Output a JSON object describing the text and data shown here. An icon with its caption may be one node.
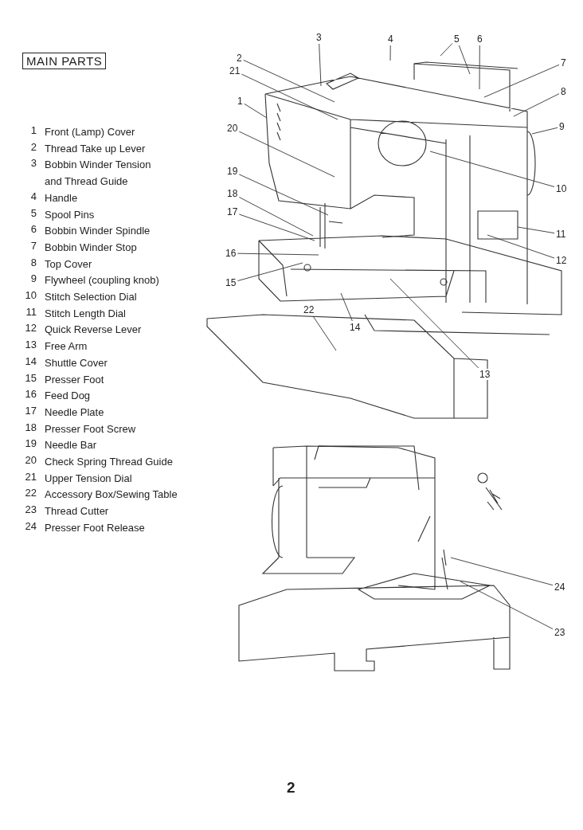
{
  "diagram": {
    "title": "MAIN PARTS",
    "nodes": [
      {
        "text": [
          "3"
        ]
      },
      {
        "text": [
          "4"
        ]
      },
      {
        "text": [
          "5"
        ]
      },
      {
        "text": [
          "6"
        ]
      },
      {
        "text": [
          "2"
        ]
      },
      {
        "text": [
          "21"
        ]
      },
      {
        "text": [
          "7"
        ]
      },
      {
        "text": [
          "8"
        ]
      },
      {
        "text": [
          "1"
        ]
      },
      {
        "text": [
          "20"
        ]
      },
      {
        "text": [
          "9"
        ]
      },
      {
        "text": [
          "10"
        ]
      },
      {
        "text": [
          "19"
        ]
      },
      {
        "text": [
          "18"
        ]
      },
      {
        "text": [
          "17"
        ]
      },
      {
        "text": [
          "11"
        ]
      },
      {
        "text": [
          "16"
        ]
      },
      {
        "text": [
          "12"
        ]
      },
      {
        "text": [
          "15"
        ]
      },
      {
        "text": [
          "22"
        ]
      },
      {
        "text": [
          "14"
        ]
      },
      {
        "text": [
          "13"
        ]
      },
      {
        "text": [
          "24"
        ]
      },
      {
        "text": [
          "23"
        ]
      }
    ],
    "edges": [
      {
        "from": 0,
        "to": null,
        "arrow": "none"
      },
      {
        "from": 1,
        "to": null,
        "arrow": "none"
      },
      {
        "from": 2,
        "to": null,
        "arrow": "none"
      },
      {
        "from": 2,
        "to": null,
        "arrow": "none"
      },
      {
        "from": 3,
        "to": null,
        "arrow": "none"
      },
      {
        "from": 4,
        "to": null,
        "arrow": "none"
      },
      {
        "from": 5,
        "to": null,
        "arrow": "none"
      },
      {
        "from": 6,
        "to": null,
        "arrow": "none"
      },
      {
        "from": 7,
        "to": null,
        "arrow": "none"
      },
      {
        "from": 8,
        "to": null,
        "arrow": "none"
      },
      {
        "from": 9,
        "to": null,
        "arrow": "none"
      },
      {
        "from": 10,
        "to": null,
        "arrow": "none"
      },
      {
        "from": 11,
        "to": null,
        "arrow": "none"
      },
      {
        "from": 12,
        "to": null,
        "arrow": "none"
      },
      {
        "from": 13,
        "to": null,
        "arrow": "none"
      },
      {
        "from": 14,
        "to": null,
        "arrow": "none"
      },
      {
        "from": 15,
        "to": null,
        "arrow": "none"
      },
      {
        "from": 16,
        "to": null,
        "arrow": "none"
      },
      {
        "from": 17,
        "to": null,
        "arrow": "none"
      },
      {
        "from": 18,
        "to": null,
        "arrow": "none"
      },
      {
        "from": 19,
        "to": null,
        "arrow": "none"
      },
      {
        "from": 20,
        "to": null,
        "arrow": "none"
      },
      {
        "from": 21,
        "to": null,
        "arrow": "none"
      },
      {
        "from": 22,
        "to": null,
        "arrow": "none"
      },
      {
        "from": 23,
        "to": null,
        "arrow": "none"
      }
    ],
    "labels": [
      "1",
      "Front (Lamp) Cover",
      "2",
      "Thread Take up Lever",
      "3",
      "Bobbin Winder Tension and Thread Guide",
      "4",
      "Handle",
      "5",
      "Spool Pins",
      "6",
      "Bobbin Winder Spindle",
      "7",
      "Bobbin Winder Stop",
      "8",
      "Top Cover",
      "9",
      "Flywheel (coupling knob)",
      "10",
      "Stitch Selection Dial",
      "11",
      "Stitch Length Dial",
      "12",
      "Quick Reverse Lever",
      "13",
      "Free Arm",
      "14",
      "Shuttle Cover",
      "15",
      "Presser Foot",
      "16",
      "Feed Dog",
      "17",
      "Needle Plate",
      "18",
      "Presser Foot Screw",
      "19",
      "Needle Bar",
      "20",
      "Check Spring Thread Guide",
      "21",
      "Upper Tension Dial",
      "22",
      "Accessory Box/Sewing Table",
      "23",
      "Thread Cutter",
      "24",
      "Presser Foot Release",
      "2"
    ]
  }
}
